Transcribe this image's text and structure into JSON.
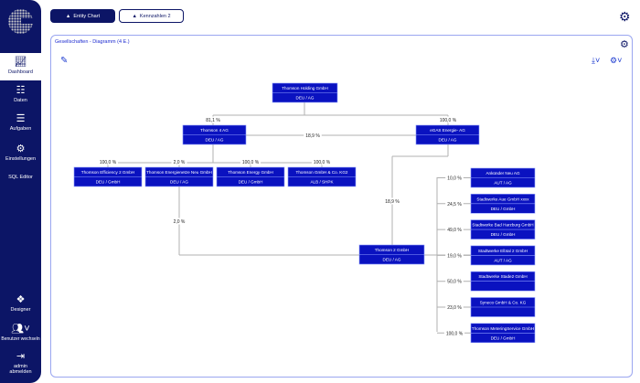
{
  "sidebar": {
    "items": [
      {
        "label": "Dashboard",
        "icon": "chart-line-icon"
      },
      {
        "label": "Daten",
        "icon": "sitemap-icon"
      },
      {
        "label": "Aufgaben",
        "icon": "tasks-icon"
      },
      {
        "label": "Einstellungen",
        "icon": "gears-icon"
      },
      {
        "label": "SQL Editor",
        "icon": ""
      },
      {
        "label": "Designer",
        "icon": "cubes-icon"
      },
      {
        "label": "Benutzer wechseln",
        "icon": "users-icon"
      },
      {
        "label": "admin abmelden",
        "icon": "sign-out-icon"
      }
    ]
  },
  "tabs": [
    {
      "label": "Entity Chart",
      "active": true
    },
    {
      "label": "Kennzahlen 2",
      "active": false
    }
  ],
  "card": {
    "title": "Gesellschaften - Diagramm (4 E.)"
  },
  "colors": {
    "navy": "#0c1566",
    "node": "#0a12c0",
    "accent": "#1d3bd0"
  },
  "nodes": [
    {
      "id": "holding",
      "name": "Thomson Holding GmbH",
      "sub": "DEU / AG"
    },
    {
      "id": "t4",
      "name": "Thomson 4 AG",
      "sub": "DEU / AG"
    },
    {
      "id": "egas",
      "name": "eGAS Energie- AG",
      "sub": "DEU / AG"
    },
    {
      "id": "eff",
      "name": "Thomson Efficiency 2 GmbH",
      "sub": "DEU / GmbH"
    },
    {
      "id": "netz",
      "name": "Thomson Energienetze Neu GmbH",
      "sub": "DEU / AG"
    },
    {
      "id": "energy",
      "name": "Thomson Energy GmbH",
      "sub": "DEU / GmbH"
    },
    {
      "id": "kg",
      "name": "Thomson GmbH & Co. KG2",
      "sub": "ALB / SHPK"
    },
    {
      "id": "t2",
      "name": "Thomson 2 GmbH",
      "sub": "DEU / AG"
    },
    {
      "id": "r1",
      "name": "Ankünder Neu AG",
      "sub": "AUT / AG"
    },
    {
      "id": "r2",
      "name": "Stadtwerke Aue GmbH xxxx",
      "sub": "DEU / GmbH"
    },
    {
      "id": "r3",
      "name": "Stadtwerke Bad Harzburg GmbH",
      "sub": "DEU / GmbH"
    },
    {
      "id": "r4",
      "name": "Stadtwerke Elbtal 2 GmbH",
      "sub": "AUT / AG"
    },
    {
      "id": "r5",
      "name": "Stadtwerke Stade2 GmbH",
      "sub": ""
    },
    {
      "id": "r6",
      "name": "Syneco GmbH & Co. KG",
      "sub": ""
    },
    {
      "id": "r7",
      "name": "Thomson MeteringService GmbH",
      "sub": "DEU / GmbH"
    }
  ],
  "edges": [
    {
      "label": "81,1 %"
    },
    {
      "label": "100,0 %"
    },
    {
      "label": "18,9 %"
    },
    {
      "label": "100,0 %"
    },
    {
      "label": "2,0 %"
    },
    {
      "label": "100,0 %"
    },
    {
      "label": "100,0 %"
    },
    {
      "label": "2,0 %"
    },
    {
      "label": "18,9 %"
    },
    {
      "label": "10,0 %"
    },
    {
      "label": "24,5 %"
    },
    {
      "label": "49,0 %"
    },
    {
      "label": "19,0 %"
    },
    {
      "label": "50,0 %"
    },
    {
      "label": "23,0 %"
    },
    {
      "label": "100,0 %"
    }
  ]
}
